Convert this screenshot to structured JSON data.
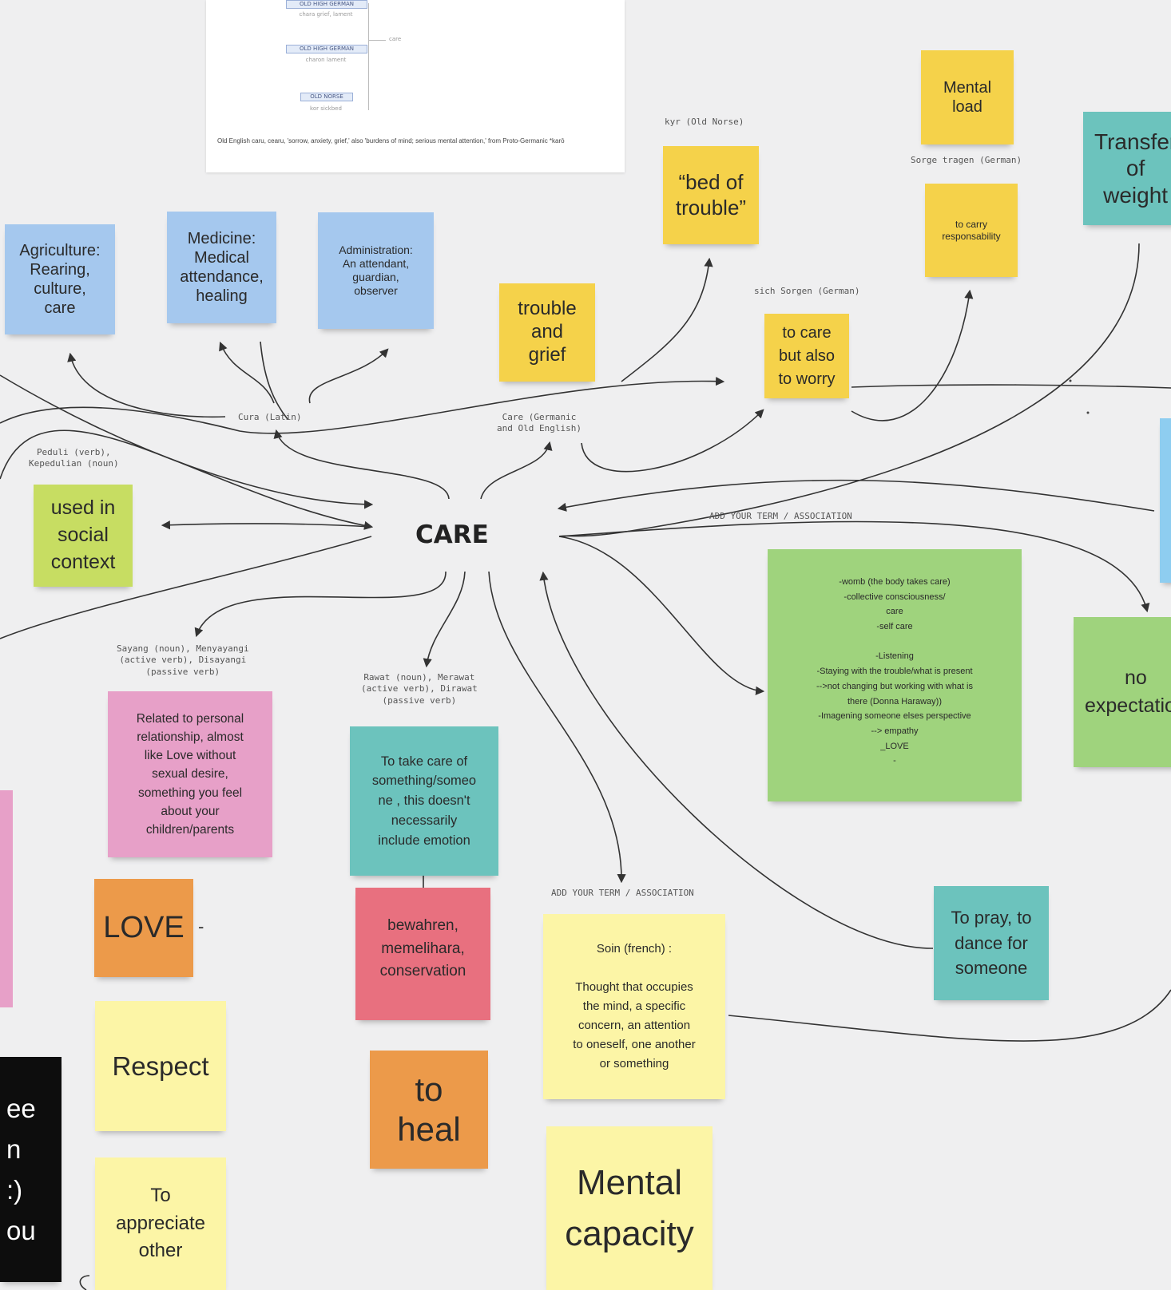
{
  "board": {
    "center_label": "CARE",
    "etymology_card": {
      "rows": [
        {
          "label": "OLD HIGH GERMAN",
          "sub": "chara\ngrief, lament"
        },
        {
          "label": "OLD HIGH GERMAN",
          "sub": "charon\nlament"
        },
        {
          "label": "OLD NORSE",
          "sub": "kor\nsickbed"
        }
      ],
      "side_label": "care",
      "caption": "Old English caru, cearu, 'sorrow, anxiety, grief,' also 'burdens of mind; serious mental attention,' from Proto-Germanic *karō"
    },
    "labels": {
      "cura": "Cura (Latin)",
      "care_germanic": "Care (Germanic\nand Old English)",
      "peduli": "Peduli (verb),\nKepedulian (noun)",
      "sayang": "Sayang (noun), Menyayangi\n(active verb), Disayangi\n(passive verb)",
      "rawat": "Rawat (noun), Merawat\n(active verb), Dirawat\n(passive verb)",
      "add_term_right": "ADD YOUR TERM / ASSOCIATION",
      "add_term_bottom": "ADD YOUR TERM / ASSOCIATION",
      "kyr": "kyr (Old Norse)",
      "sich_sorgen": "sich Sorgen (German)",
      "sorge_tragen": "Sorge tragen (German)"
    },
    "notes": {
      "agriculture": "Agriculture:\nRearing,\nculture,\ncare",
      "medicine": "Medicine:\nMedical\nattendance,\nhealing",
      "administration": "Administration:\nAn attendant,\nguardian,\nobserver",
      "trouble_grief": "trouble\nand\ngrief",
      "bed_of_trouble": "“bed of\ntrouble”",
      "mental_load": "Mental\nload",
      "carry_responsibility": "to carry\nresponsability",
      "transfer_weight": "Transfer\nof\nweight",
      "care_worry": "to care\nbut also\nto worry",
      "used_social": "used in\nsocial\ncontext",
      "womb_list": "-womb (the body takes care)\n-collective consciousness/\ncare\n-self care\n\n-Listening\n-Staying with the trouble/what is present\n-->not changing but working with what is\nthere (Donna Haraway))\n-Imagening someone elses perspective\n--> empathy\n_LOVE\n-",
      "no_expectation": "no\nexpectation",
      "related_personal": "Related to personal\nrelationship, almost\nlike Love without\nsexual desire,\nsomething you feel\nabout your\nchildren/parents",
      "take_care": "To take care of\nsomething/someo\nne , this doesn't\nnecessarily\ninclude emotion",
      "love": "LOVE",
      "bewahren": "bewahren,\nmemelihara,\nconservation",
      "respect": "Respect",
      "to_heal": "to\nheal",
      "soin": "Soin (french) :\n\nThought that occupies\nthe mind, a specific\nconcern, an attention\nto oneself, one another\nor something",
      "pray_dance": "To pray, to\ndance for\nsomeone",
      "appreciate": "To\nappreciate\nother",
      "mental_capacity": "Mental\ncapacity",
      "black_partial": "ee\nn :)\nou"
    },
    "love_mark": "-"
  }
}
